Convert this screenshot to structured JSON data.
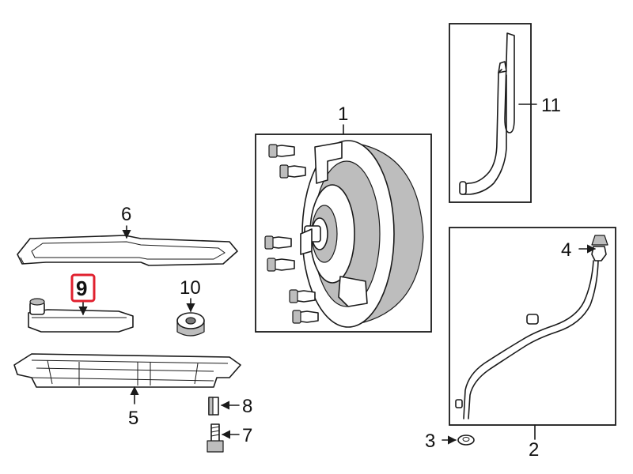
{
  "callouts": {
    "c1": "1",
    "c2": "2",
    "c3": "3",
    "c4": "4",
    "c5": "5",
    "c6": "6",
    "c7": "7",
    "c8": "8",
    "c9": "9",
    "c10": "10",
    "c11": "11"
  },
  "highlight": {
    "callout": "9",
    "color": "#e0202e"
  }
}
